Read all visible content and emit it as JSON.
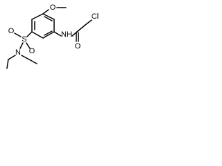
{
  "molecule": {
    "atom_labels": {
      "o_methoxy": "O",
      "nh": "NH",
      "o_carbonyl": "O",
      "cl": "Cl",
      "o_sulfonyl_upper": "O",
      "o_sulfonyl_lower": "O",
      "sulfur": "S",
      "n_amine": "N"
    }
  },
  "colors": {
    "bond": "#000000",
    "label": "#000000",
    "background": "#ffffff"
  }
}
